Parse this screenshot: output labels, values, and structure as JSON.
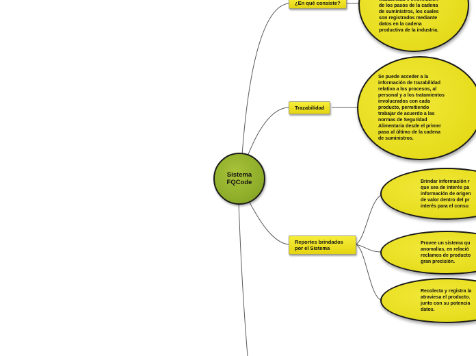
{
  "central": {
    "title_line1": "Sistema",
    "title_line2": "FQCode"
  },
  "topics": {
    "consiste": "¿En qué consiste?",
    "trazabilidad": "Trazabilidad",
    "reportes": "Reportes brindados\npor el Sistema"
  },
  "bubbles": {
    "consiste": "trazabilidad e información\nde los pasos de la cadena\nde suministros, los cuales\nson registrados mediante\ndatos en la cadena\nproductiva de la industria.",
    "trazabilidad": "Se puede acceder a la\ninformación de trazabilidad\nrelativa a los procesos, al\npersonal y a los tratamientos\ninvolucrados con cada\nproducto, permitiendo\ntrabajar de acuerdo a las\nnormas de Seguridad\nAlimentaria desde el primer\npaso al último de la cadena\nde suministros.",
    "reporte1": "Brindar información r\nque sea de interés pa\ninformación de origen\nde valor dentro del pr\ninterés para el consu",
    "reporte2": "Provee un sistema qu\nanomalías, en relació\nreclamos de producto\ngran precisión.",
    "reporte3": "Recolecta y registra la\natraviesa el producto.\njunto con su potencia\ndatos."
  },
  "colors": {
    "central": "#8fae2a",
    "topic": "#eee022",
    "bubble": "#e6dc1c",
    "line": "#555555"
  }
}
